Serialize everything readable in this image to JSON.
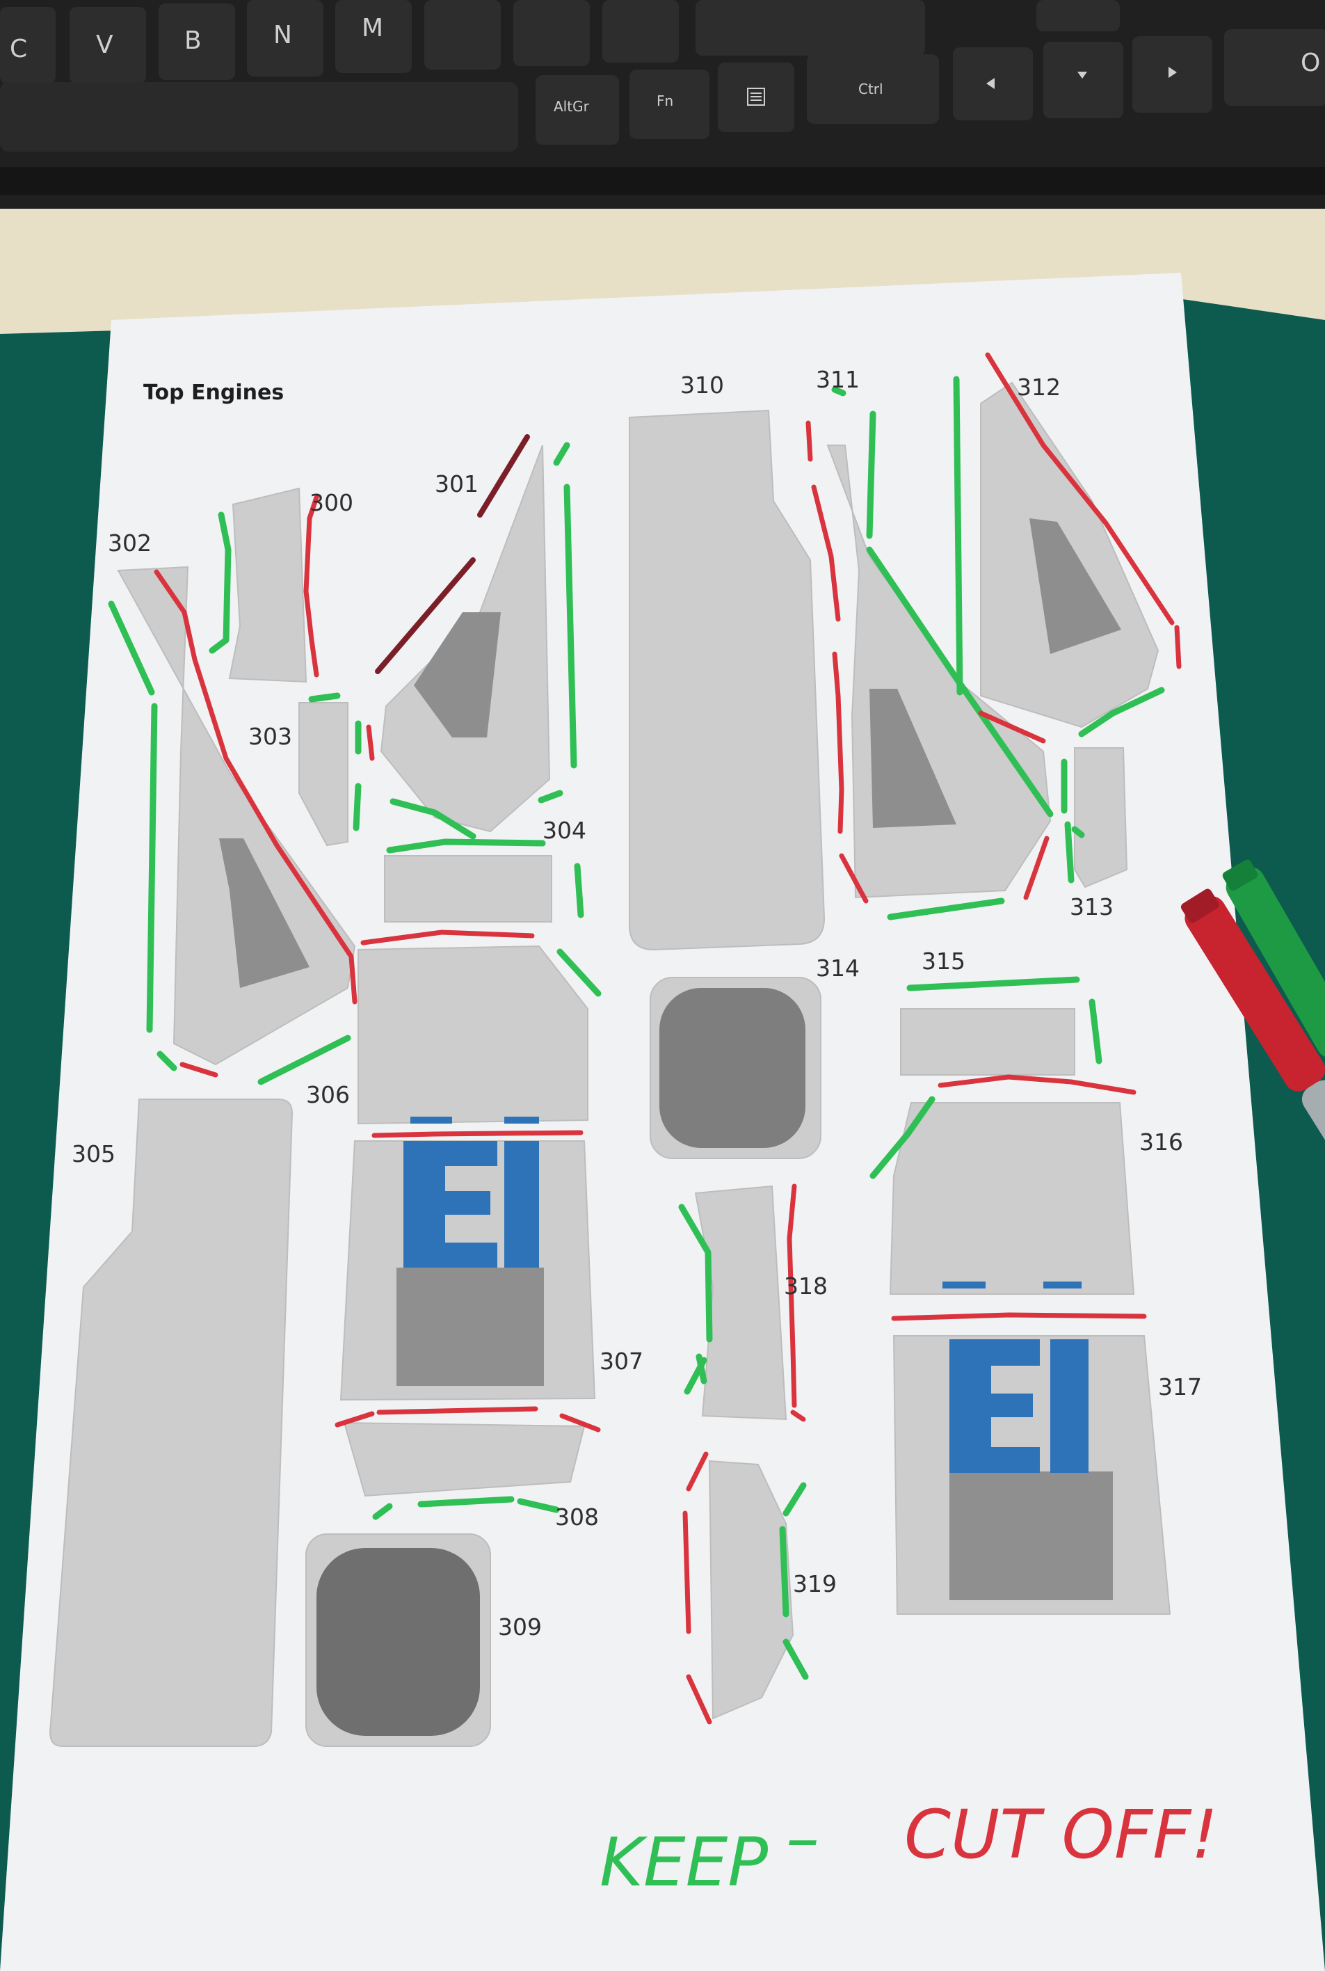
{
  "sheet": {
    "title": "Top Engines",
    "part_numbers": [
      "300",
      "301",
      "302",
      "303",
      "304",
      "305",
      "306",
      "307",
      "308",
      "309",
      "310",
      "311",
      "312",
      "313",
      "314",
      "315",
      "316",
      "317",
      "318",
      "319"
    ],
    "logo_text_left": "EI",
    "logo_text_right": "EI"
  },
  "keyboard": {
    "letter_keys": [
      "C",
      "V",
      "B",
      "N",
      "M"
    ],
    "labeled_keys": [
      "AltGr",
      "Fn",
      "Ctrl"
    ],
    "edge_key": "O"
  },
  "handwriting": {
    "keep": "KEEP",
    "dash": "–",
    "cut_off": "CUT OFF!"
  },
  "colors": {
    "keep_marker": "#2fbf55",
    "cut_marker": "#d9343e",
    "logo_blue": "#2e73b8",
    "mat": "#0d5a4e",
    "paper": "#f1f2f4",
    "part_fill": "#cdcdcd"
  }
}
